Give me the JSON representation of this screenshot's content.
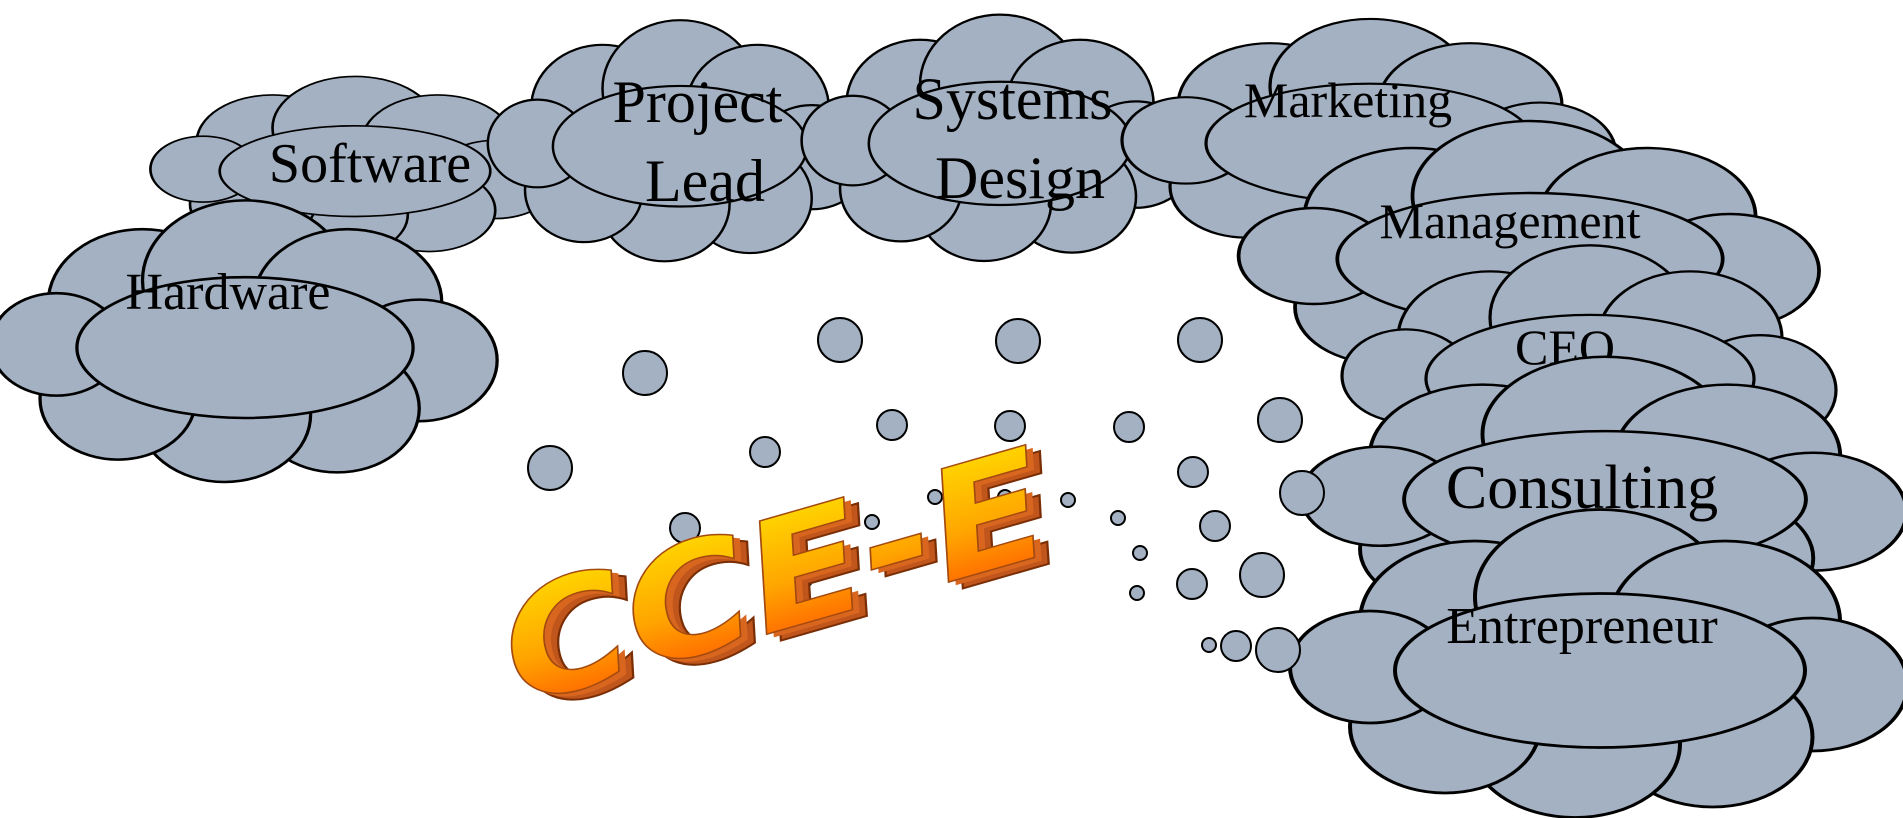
{
  "colors": {
    "cloud_fill": "#a3b1c2",
    "outline": "#000000",
    "logo_top": "#ffe600",
    "logo_bottom": "#ff4a00",
    "logo_extrusion": "#c0561b"
  },
  "diagram": {
    "center_label": "CCE-E",
    "clouds": [
      {
        "id": "hardware",
        "label": "Hardware"
      },
      {
        "id": "software",
        "label": "Software"
      },
      {
        "id": "project-lead",
        "label_lines": [
          "Project",
          "Lead"
        ]
      },
      {
        "id": "systems-design",
        "label_lines": [
          "Systems",
          "Design"
        ]
      },
      {
        "id": "marketing",
        "label": "Marketing"
      },
      {
        "id": "management",
        "label": "Management"
      },
      {
        "id": "ceo",
        "label": "CEO"
      },
      {
        "id": "consulting",
        "label": "Consulting"
      },
      {
        "id": "entrepreneur",
        "label": "Entrepreneur"
      }
    ]
  }
}
